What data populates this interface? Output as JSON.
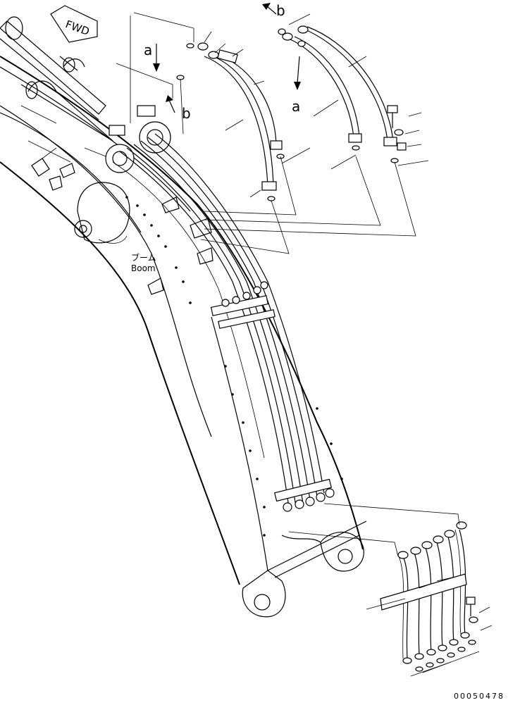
{
  "diagram": {
    "labels": {
      "fwd": "FWD",
      "a_top": "a",
      "a_right": "a",
      "b_mid": "b",
      "b_top": "b",
      "boom_jp": "ブーム",
      "boom_en": "Boom",
      "drawing_no": "00050478"
    }
  }
}
